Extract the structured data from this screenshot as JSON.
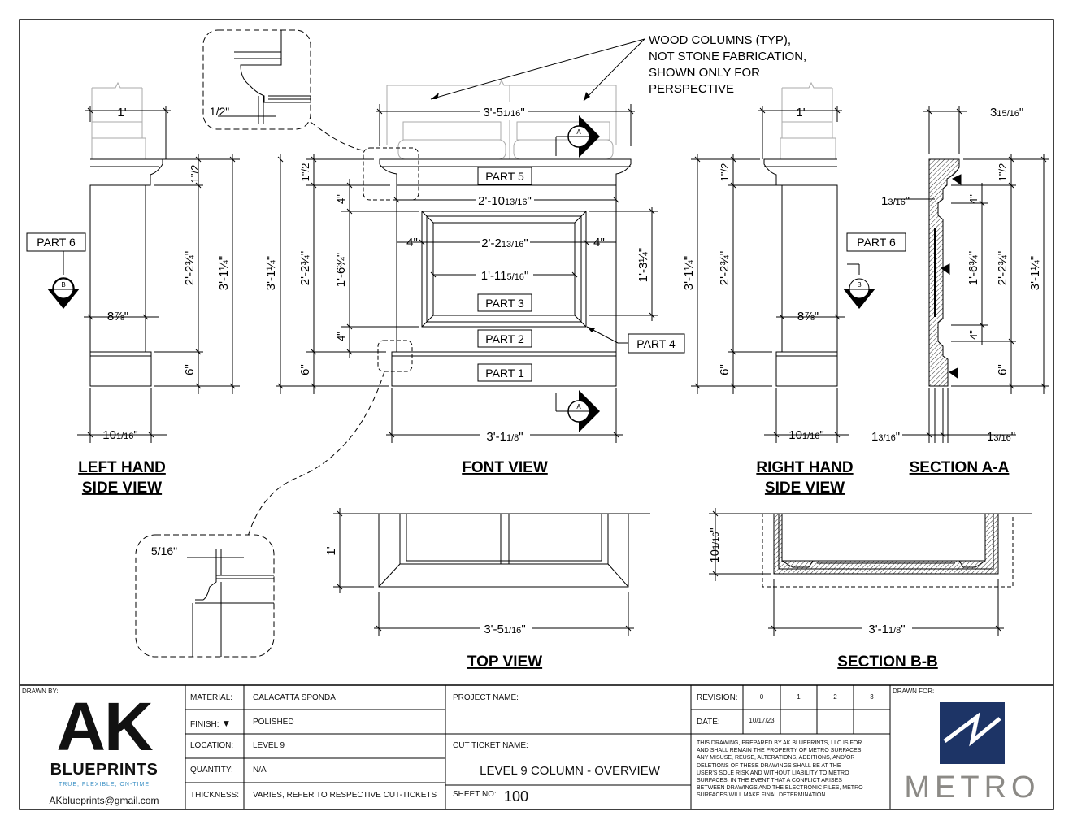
{
  "note": {
    "line1": "WOOD COLUMNS (TYP),",
    "line2": "NOT STONE FABRICATION,",
    "line3": "SHOWN ONLY FOR",
    "line4": "PERSPECTIVE"
  },
  "views": {
    "left_hand_1": "LEFT HAND",
    "left_hand_2": "SIDE VIEW",
    "front": "FONT VIEW",
    "right_hand_1": "RIGHT HAND",
    "right_hand_2": "SIDE VIEW",
    "section_aa": "SECTION A-A",
    "top": "TOP VIEW",
    "section_bb": "SECTION B-B"
  },
  "parts": {
    "p1": "PART 1",
    "p2": "PART 2",
    "p3": "PART 3",
    "p4": "PART 4",
    "p5": "PART 5",
    "p6": "PART 6"
  },
  "section_markers": {
    "a": "A",
    "b": "B"
  },
  "dims": {
    "one_ft": "1'",
    "half": "1\"",
    "half_den": "2",
    "front_top_width": "3'-5",
    "front_top_width_frac": [
      "1",
      "16"
    ],
    "front_mid_width": "2'-10",
    "front_mid_width_frac": [
      "13",
      "16"
    ],
    "panel_width": "2'-2",
    "panel_width_frac": [
      "13",
      "16"
    ],
    "panel_inner_width": "1'-11",
    "panel_inner_width_frac": [
      "5",
      "16"
    ],
    "four_in": "4\"",
    "six_in": "6\"",
    "height_total": "3'-1",
    "height_total_frac": [
      "1",
      "4"
    ],
    "height_column": "2'-2",
    "height_column_frac": [
      "3",
      "4"
    ],
    "height_panel": "1'-6",
    "height_panel_frac": [
      "3",
      "4"
    ],
    "panel_right_height": "1'-3",
    "panel_right_height_frac": [
      "1",
      "4"
    ],
    "side_depth": "8",
    "side_depth_frac": [
      "7",
      "8"
    ],
    "base_depth": "10",
    "base_depth_frac": [
      "1",
      "16"
    ],
    "base_width": "3'-1",
    "base_width_frac": [
      "1",
      "8"
    ],
    "section_top": "3",
    "section_top_frac": [
      "15",
      "16"
    ],
    "section_small": "1",
    "section_small_frac": [
      "3",
      "16"
    ],
    "detail_small": "5",
    "detail_small_den": "16",
    "top_width": "3'-5",
    "top_width_frac": [
      "1",
      "16"
    ],
    "bb_depth": "10",
    "bb_depth_frac": [
      "1",
      "16"
    ],
    "bb_width": "3'-1",
    "bb_width_frac": [
      "1",
      "8"
    ]
  },
  "title_block": {
    "drawn_by_label": "DRAWN BY:",
    "logo_main": "AK",
    "logo_sub": "BLUEPRINTS",
    "logo_tagline": "TRUE, FLEXIBLE, ON-TIME",
    "email": "AKblueprints@gmail.com",
    "material_label": "MATERIAL:",
    "material": "CALACATTA SPONDA",
    "finish_label": "FINISH:",
    "finish": "POLISHED",
    "location_label": "LOCATION:",
    "location": "LEVEL 9",
    "quantity_label": "QUANTITY:",
    "quantity": "N/A",
    "thickness_label": "THICKNESS:",
    "thickness": "VARIES, REFER TO RESPECTIVE CUT-TICKETS",
    "project_label": "PROJECT NAME:",
    "cut_ticket_label": "CUT TICKET NAME:",
    "cut_ticket": "LEVEL 9 COLUMN - OVERVIEW",
    "sheet_label": "SHEET NO:",
    "sheet_no": "100",
    "revision_label": "REVISION:",
    "revisions": [
      "0",
      "1",
      "2",
      "3"
    ],
    "date_label": "DATE:",
    "date": "10/17/23",
    "disclaimer": [
      "THIS DRAWING, PREPARED BY AK BLUEPRINTS, LLC IS FOR",
      "AND SHALL REMAIN THE PROPERTY OF METRO SURFACES.",
      "ANY MISUSE, REUSE, ALTERATIONS, ADDITIONS, AND/OR",
      "DELETIONS OF THESE DRAWINGS SHALL BE AT THE",
      "USER'S SOLE RISK AND WITHOUT LIABILITY TO METRO",
      "SURFACES. IN THE EVENT THAT A CONFLICT ARISES",
      "BETWEEN DRAWINGS AND THE ELECTRONIC FILES, METRO",
      "SURFACES WILL MAKE FINAL DETERMINATION."
    ],
    "drawn_for_label": "DRAWN FOR:",
    "client_logo": "METRO"
  },
  "colors": {
    "line": "#000000",
    "ak_blue": "#3a8fc4",
    "metro_navy": "#1d3466",
    "metro_gray": "#8c8a86"
  }
}
